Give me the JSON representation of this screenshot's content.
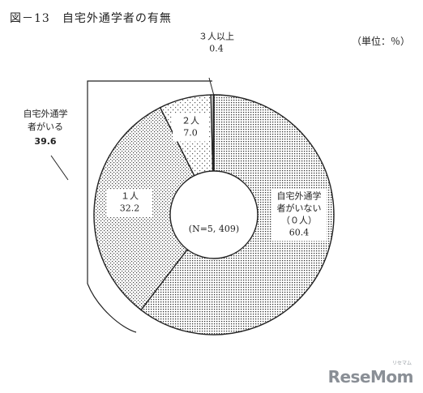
{
  "title": "図－13　自宅外通学者の有無",
  "unit_label": "（単位：％）",
  "center_label": "(N=5, 409)",
  "group_label_line1": "自宅外通学",
  "group_label_line2": "者がいる",
  "group_value": "39.6",
  "watermark": "ReseMom",
  "watermark_small": "リセマム",
  "chart_data": {
    "type": "pie",
    "variant": "donut",
    "start": "12 o'clock, clockwise",
    "slices": [
      {
        "label_lines": [
          "自宅外通学",
          "者がいない",
          "（０人）"
        ],
        "value": 60.4,
        "value_text": "60.4",
        "pattern": "dense-dots"
      },
      {
        "label_lines": [
          "１人"
        ],
        "value": 32.2,
        "value_text": "32.2",
        "pattern": "medium-dots"
      },
      {
        "label_lines": [
          "２人"
        ],
        "value": 7.0,
        "value_text": "7.0",
        "pattern": "sparse-dots"
      },
      {
        "label_lines": [
          "３人以上"
        ],
        "value": 0.4,
        "value_text": "0.4",
        "pattern": "vertical-lines"
      }
    ]
  }
}
